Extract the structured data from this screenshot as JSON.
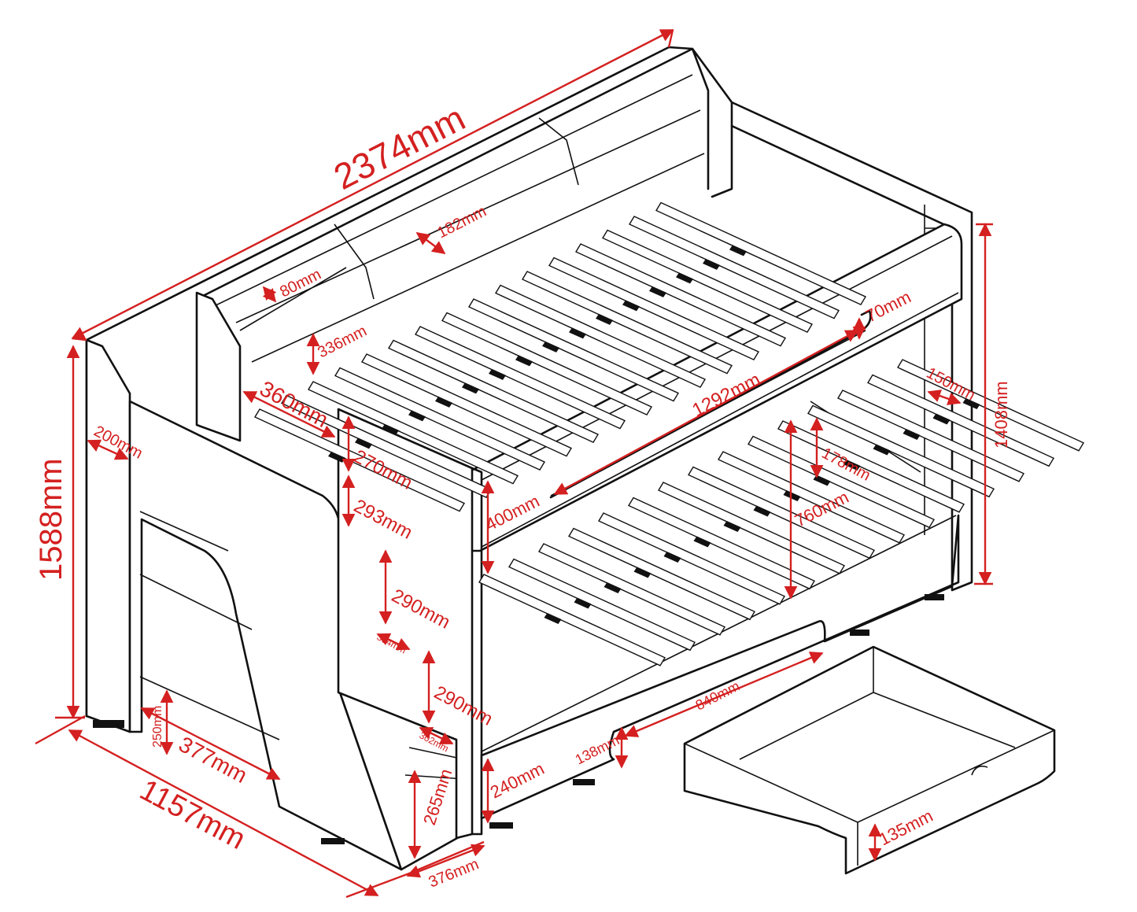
{
  "dimensions": {
    "overall_length": "2374mm",
    "overall_height": "1588mm",
    "side_height": "1408mm",
    "overall_width": "1157mm",
    "shelf_depth": "182mm",
    "shelf_height_small": "80mm",
    "headboard_shelf": "336mm",
    "step_top_width": "360mm",
    "post_width": "200mm",
    "top_rail_height": "270mm",
    "step_1_rise": "293mm",
    "step_2_rise": "290mm",
    "step_3_rise": "290mm",
    "step_depth_1": "304mm",
    "step_depth_2": "302mm",
    "step_bottom_rise": "265mm",
    "step_base_width": "376mm",
    "ladder_bottom_gap": "250mm",
    "ladder_width": "377mm",
    "upper_guard_height": "400mm",
    "guard_opening_length": "1292mm",
    "guard_top_rail": "70mm",
    "end_post_width": "150mm",
    "upper_slat_to_rail": "178mm",
    "bunk_clearance": "760mm",
    "lower_base_height": "240mm",
    "drawer_cutout_height": "138mm",
    "drawer_length": "840mm",
    "drawer_height": "135mm"
  }
}
